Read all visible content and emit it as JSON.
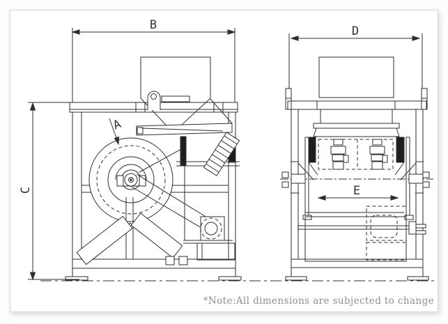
{
  "drawing": {
    "dimension_labels": {
      "a": "A",
      "b": "B",
      "c": "C",
      "d": "D",
      "e": "E"
    },
    "note_text": "*Note:All dimensions are subjected to change",
    "colors": {
      "line": "#2e2e2e",
      "dark_fill": "#1d1d1d",
      "note_text": "#8f8f8f",
      "panel_background": "#ffffff",
      "panel_border": "#d9d9d9",
      "page_background": "#fdfdfd"
    }
  }
}
